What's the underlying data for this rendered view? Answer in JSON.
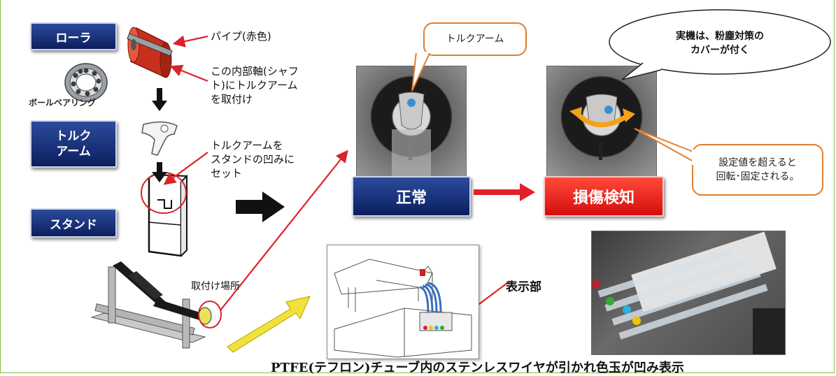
{
  "left_column": {
    "roller_label": "ローラ",
    "bearing_label": "ボールベアリング",
    "torque_arm_label": "トルク\nアーム",
    "stand_label": "スタンド"
  },
  "annotations": {
    "pipe": "パイプ(赤色)",
    "shaft": "この内部軸(シャフ\nト)にトルクアーム\nを取付け",
    "set_arm": "トルクアームを\nスタンドの凹みに\nセット",
    "mount_location": "取付け場所",
    "display_part": "表示部"
  },
  "photos": {
    "torque_arm_callout": "トルクアーム",
    "speech_bubble": "実機は、粉塵対策の\nカバーが付く",
    "rotate_callout": "設定値を超えると\n回転･固定される。",
    "normal_label": "正常",
    "damage_label": "損傷検知"
  },
  "caption": "PTFE(テフロン)チューブ内のステンレスワイヤが引かれ色玉が凹み表示"
}
